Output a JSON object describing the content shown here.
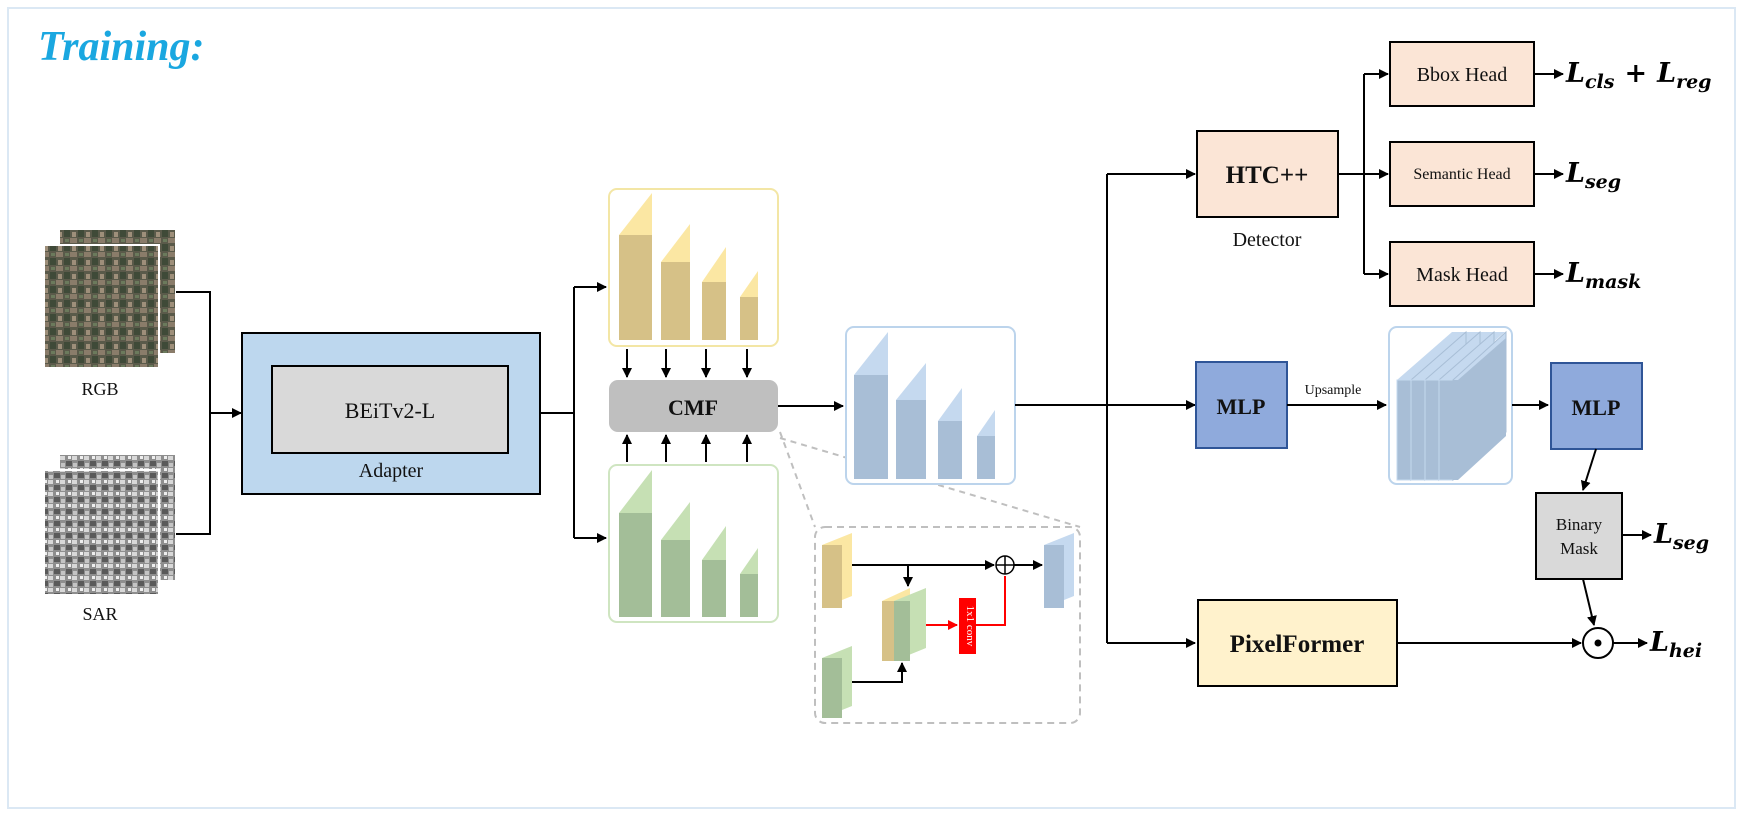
{
  "title": "Training:",
  "inputs": {
    "rgb": "RGB",
    "sar": "SAR"
  },
  "backbone": {
    "model": "BEiTv2-L",
    "wrapper": "Adapter"
  },
  "cmf": "CMF",
  "conv_label": "1x1 conv",
  "detector": {
    "name": "HTC++",
    "caption": "Detector"
  },
  "heads": {
    "bbox": "Bbox Head",
    "semantic": "Semantic Head",
    "mask": "Mask Head"
  },
  "mlp1": "MLP",
  "upsample": "Upsample",
  "mlp2": "MLP",
  "binary_mask": {
    "line1": "Binary",
    "line2": "Mask"
  },
  "pixelformer": "PixelFormer",
  "losses": {
    "cls": {
      "main": "L",
      "sub": "cls"
    },
    "plus": "+",
    "reg": {
      "main": "L",
      "sub": "reg"
    },
    "seg": {
      "main": "L",
      "sub": "seg"
    },
    "mask": {
      "main": "L",
      "sub": "mask"
    },
    "seg2": {
      "main": "L",
      "sub": "seg"
    },
    "hei": {
      "main": "L",
      "sub": "hei"
    }
  },
  "colors": {
    "title": "#1aa7e0",
    "adapter_fill": "#bdd7ee",
    "backbone_fill": "#d9d9d9",
    "cmf_fill": "#bfbfbf",
    "yellow_front": "#d6c187",
    "yellow_side": "#fbe7a3",
    "green_front": "#a3be98",
    "green_side": "#c6e0b4",
    "blue_front": "#a8bed6",
    "blue_side": "#c5d9ef",
    "head_fill": "#fbe5d6",
    "mlp_fill": "#8faadc",
    "pixelformer_fill": "#fff2cc",
    "conv_red": "#ff0000"
  }
}
